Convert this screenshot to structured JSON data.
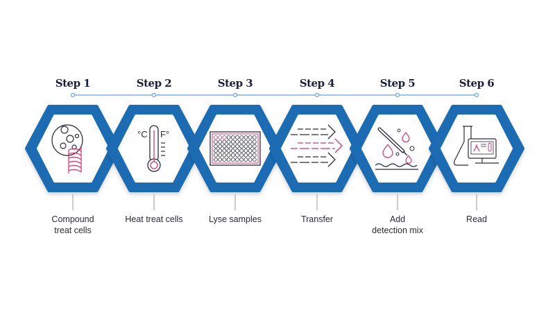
{
  "colors": {
    "hex_border": "#1f6cb4",
    "timeline": "#7fb0dc",
    "icon_dark": "#2a2b3a",
    "icon_accent": "#d6336c",
    "connector": "#9a9a9a"
  },
  "steps": [
    {
      "title": "Step 1",
      "label_lines": [
        "Compound",
        "treat cells"
      ],
      "icon": "molecule-dna-icon"
    },
    {
      "title": "Step 2",
      "label_lines": [
        "Heat treat cells"
      ],
      "icon": "thermometer-icon",
      "icon_text": [
        "°C",
        "F°"
      ]
    },
    {
      "title": "Step 3",
      "label_lines": [
        "Lyse samples"
      ],
      "icon": "well-plate-icon"
    },
    {
      "title": "Step 4",
      "label_lines": [
        "Transfer"
      ],
      "icon": "arrows-icon"
    },
    {
      "title": "Step 5",
      "label_lines": [
        "Add",
        "detection mix"
      ],
      "icon": "pipette-drops-icon"
    },
    {
      "title": "Step 6",
      "label_lines": [
        "Read"
      ],
      "icon": "flask-monitor-icon"
    }
  ]
}
